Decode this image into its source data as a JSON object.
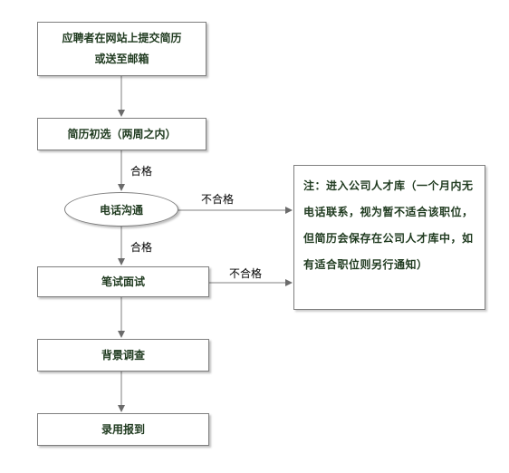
{
  "flowchart": {
    "steps": {
      "submit": "应聘者在网站上提交简历\n或送至邮箱",
      "screening": "简历初选（两周之内）",
      "phone": "电话沟通",
      "interview": "笔试面试",
      "background": "背景调查",
      "hire": "录用报到"
    },
    "edge_labels": {
      "pass_1": "合格",
      "pass_2": "合格",
      "fail_1": "不合格",
      "fail_2": "不合格"
    },
    "note": "注：进入公司人才库（一个月内无电话联系，视为暂不适合该职位，但简历会保存在公司人才库中，如有适合职位则另行通知）"
  }
}
